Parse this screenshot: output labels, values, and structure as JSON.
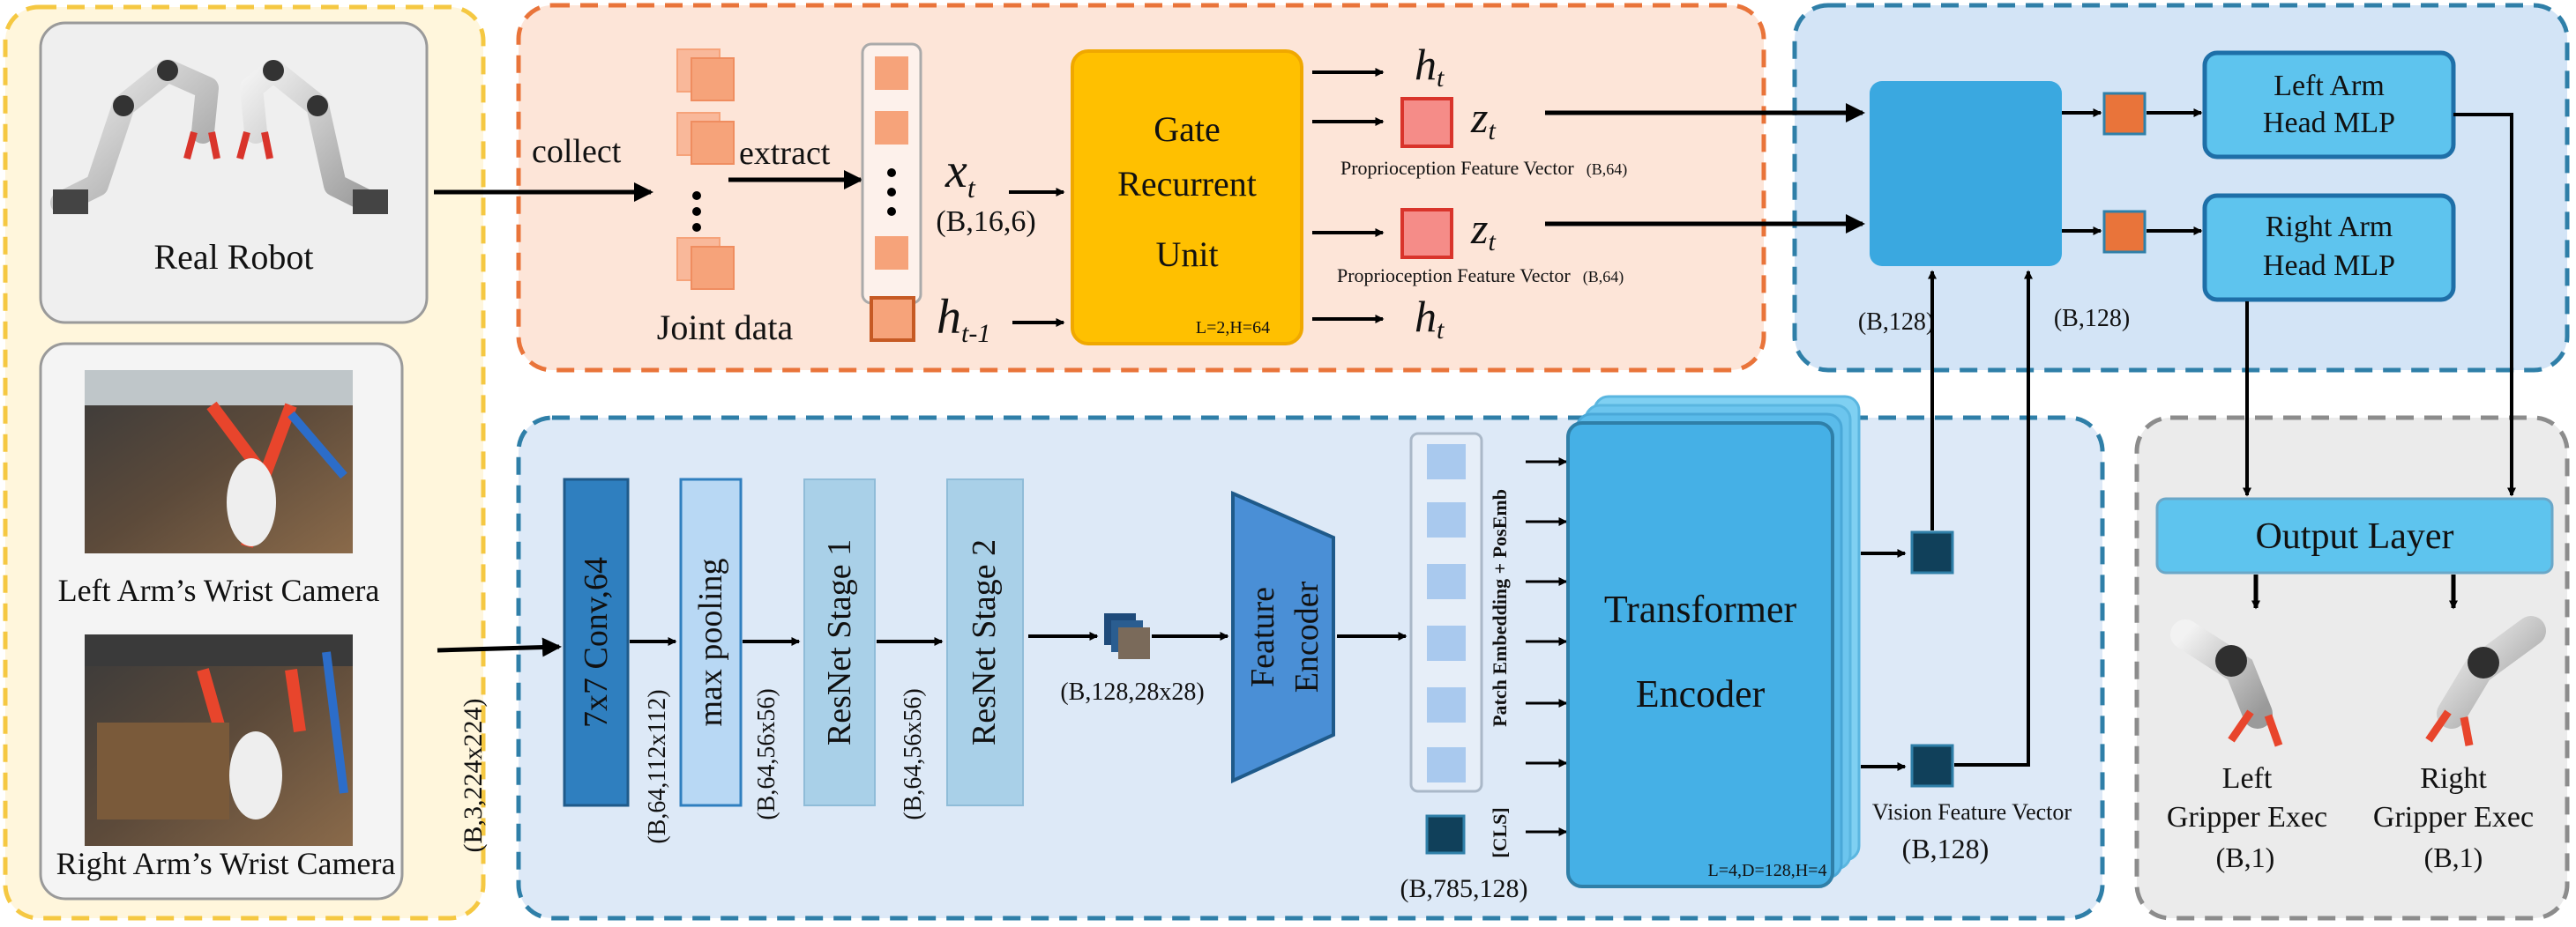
{
  "robot": {
    "real_robot": "Real Robot",
    "left_camera": "Left Arm’s Wrist Camera",
    "right_camera": "Right Arm’s Wrist Camera"
  },
  "proprio": {
    "collect": "collect",
    "extract": "extract",
    "joint_data": "Joint data",
    "x_t": "x",
    "x_sub": "t",
    "x_shape": "(B,16,6)",
    "h_prev": "h",
    "h_prev_sub": "t-1",
    "gru_line1": "Gate",
    "gru_line2": "Recurrent",
    "gru_line3": "Unit",
    "gru_params": "L=2,H=64",
    "h_out": "h",
    "h_out_sub": "t",
    "z_out": "z",
    "z_out_sub": "t",
    "feature_label": "Proprioception Feature Vector",
    "feature_shape": "(B,64)"
  },
  "vision": {
    "input_shape": "(B,3,224x224)",
    "conv": "7x7 Conv,64",
    "conv_shape": "(B,64,112x112)",
    "pool": "max pooling",
    "pool_shape": "(B,64,56x56)",
    "res1": "ResNet Stage 1",
    "res1_shape": "(B,64,56x56)",
    "res2": "ResNet Stage 2",
    "res2_shape": "(B,128,28x28)",
    "feat_enc_1": "Feature",
    "feat_enc_2": "Encoder",
    "patch_label": "Patch Embedding + PosEmb",
    "cls_label": "[CLS]",
    "tokens_shape": "(B,785,128)",
    "transformer_1": "Transformer",
    "transformer_2": "Encoder",
    "transformer_params": "L=4,D=128,H=4",
    "vision_feature": "Vision Feature Vector",
    "vision_shape": "(B,128)"
  },
  "fusion": {
    "shape_left": "(B,128)",
    "shape_right": "(B,128)",
    "left_head_1": "Left Arm",
    "left_head_2": "Head MLP",
    "right_head_1": "Right Arm",
    "right_head_2": "Head MLP"
  },
  "output": {
    "layer": "Output Layer",
    "left_1": "Left",
    "left_2": "Gripper Exec",
    "left_3": "(B,1)",
    "right_1": "Right",
    "right_2": "Gripper Exec",
    "right_3": "(B,1)"
  },
  "colors": {
    "proprio_panel_fill": "#fde5d8",
    "proprio_panel_stroke": "#e9743a",
    "robot_panel_fill": "#fff6dc",
    "robot_panel_stroke": "#f5c842",
    "vision_panel_fill": "#dde9f7",
    "vision_panel_stroke": "#2f7fa8",
    "fusion_panel_fill": "#d3e4f6",
    "output_panel_fill": "#ebebeb",
    "output_panel_stroke": "#8c8c8c",
    "gru_fill": "#ffc000",
    "mlp_fill": "#5ec4ee",
    "token_dark": "#10405a",
    "orange_token": "#e9743a"
  }
}
